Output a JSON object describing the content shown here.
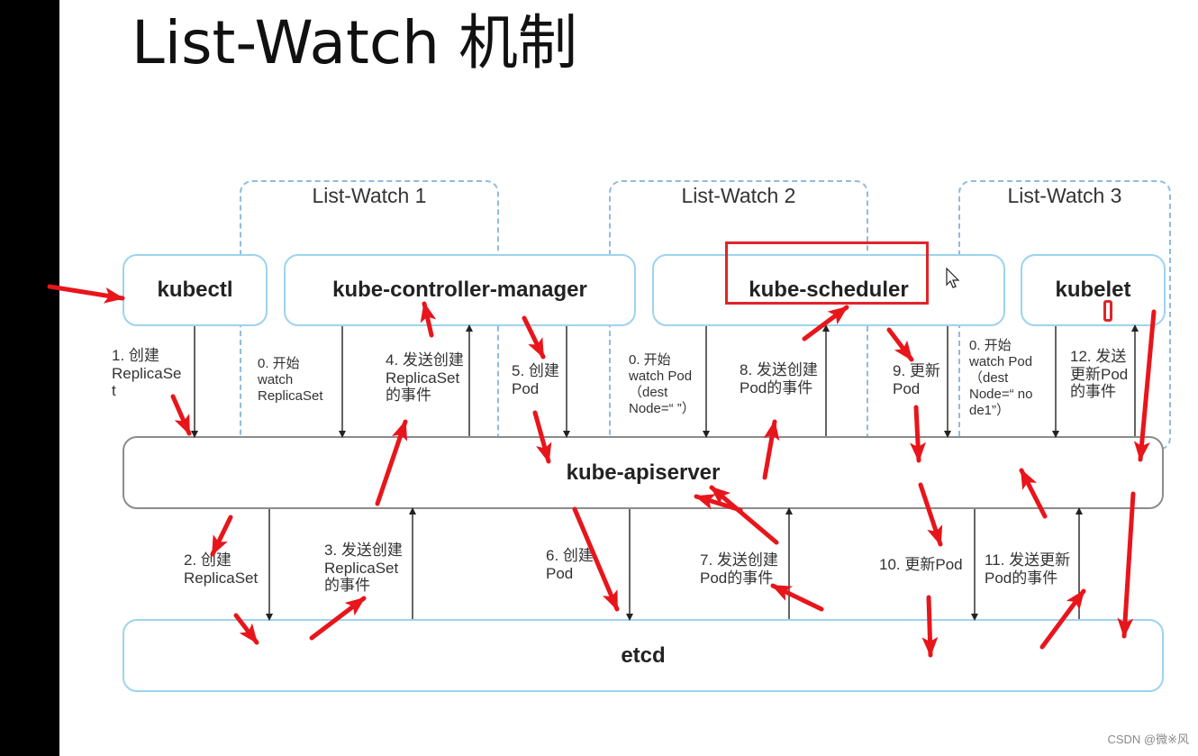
{
  "title": "List-Watch 机制",
  "colors": {
    "accent_red": "#e0242a",
    "dashed_border": "#8fbbe0",
    "component_border": "#9dd3ee"
  },
  "groups": [
    {
      "id": "lw1",
      "label": "List-Watch 1"
    },
    {
      "id": "lw2",
      "label": "List-Watch 2"
    },
    {
      "id": "lw3",
      "label": "List-Watch 3"
    }
  ],
  "components": {
    "kubectl": "kubectl",
    "controller_manager": "kube-controller-manager",
    "scheduler": "kube-scheduler",
    "kubelet": "kubelet",
    "apiserver": "kube-apiserver",
    "etcd": "etcd"
  },
  "labels": {
    "s1": "1. 创建\nReplicaSe\nt",
    "s0a": "0. 开始\nwatch\nReplicaSet",
    "s4": "4. 发送创建\nReplicaSet\n的事件",
    "s5": "5. 创建\nPod",
    "s0b": "0. 开始\nwatch Pod\n（dest\nNode=“ ”）",
    "s8": "8. 发送创建\nPod的事件",
    "s9": "9. 更新\nPod",
    "s0c": "0. 开始\nwatch Pod\n（dest\nNode=“ no\nde1”）",
    "s12": "12. 发送\n更新Pod\n的事件",
    "s2": "2. 创建\nReplicaSet",
    "s3": "3. 发送创建\nReplicaSet\n的事件",
    "s6": "6. 创建\nPod",
    "s7": "7. 发送创建\nPod的事件",
    "s10": "10. 更新Pod",
    "s11": "11. 发送更新\nPod的事件"
  },
  "icons": {
    "cursor": "mouse-pointer-icon"
  },
  "watermark": "CSDN @微※风"
}
